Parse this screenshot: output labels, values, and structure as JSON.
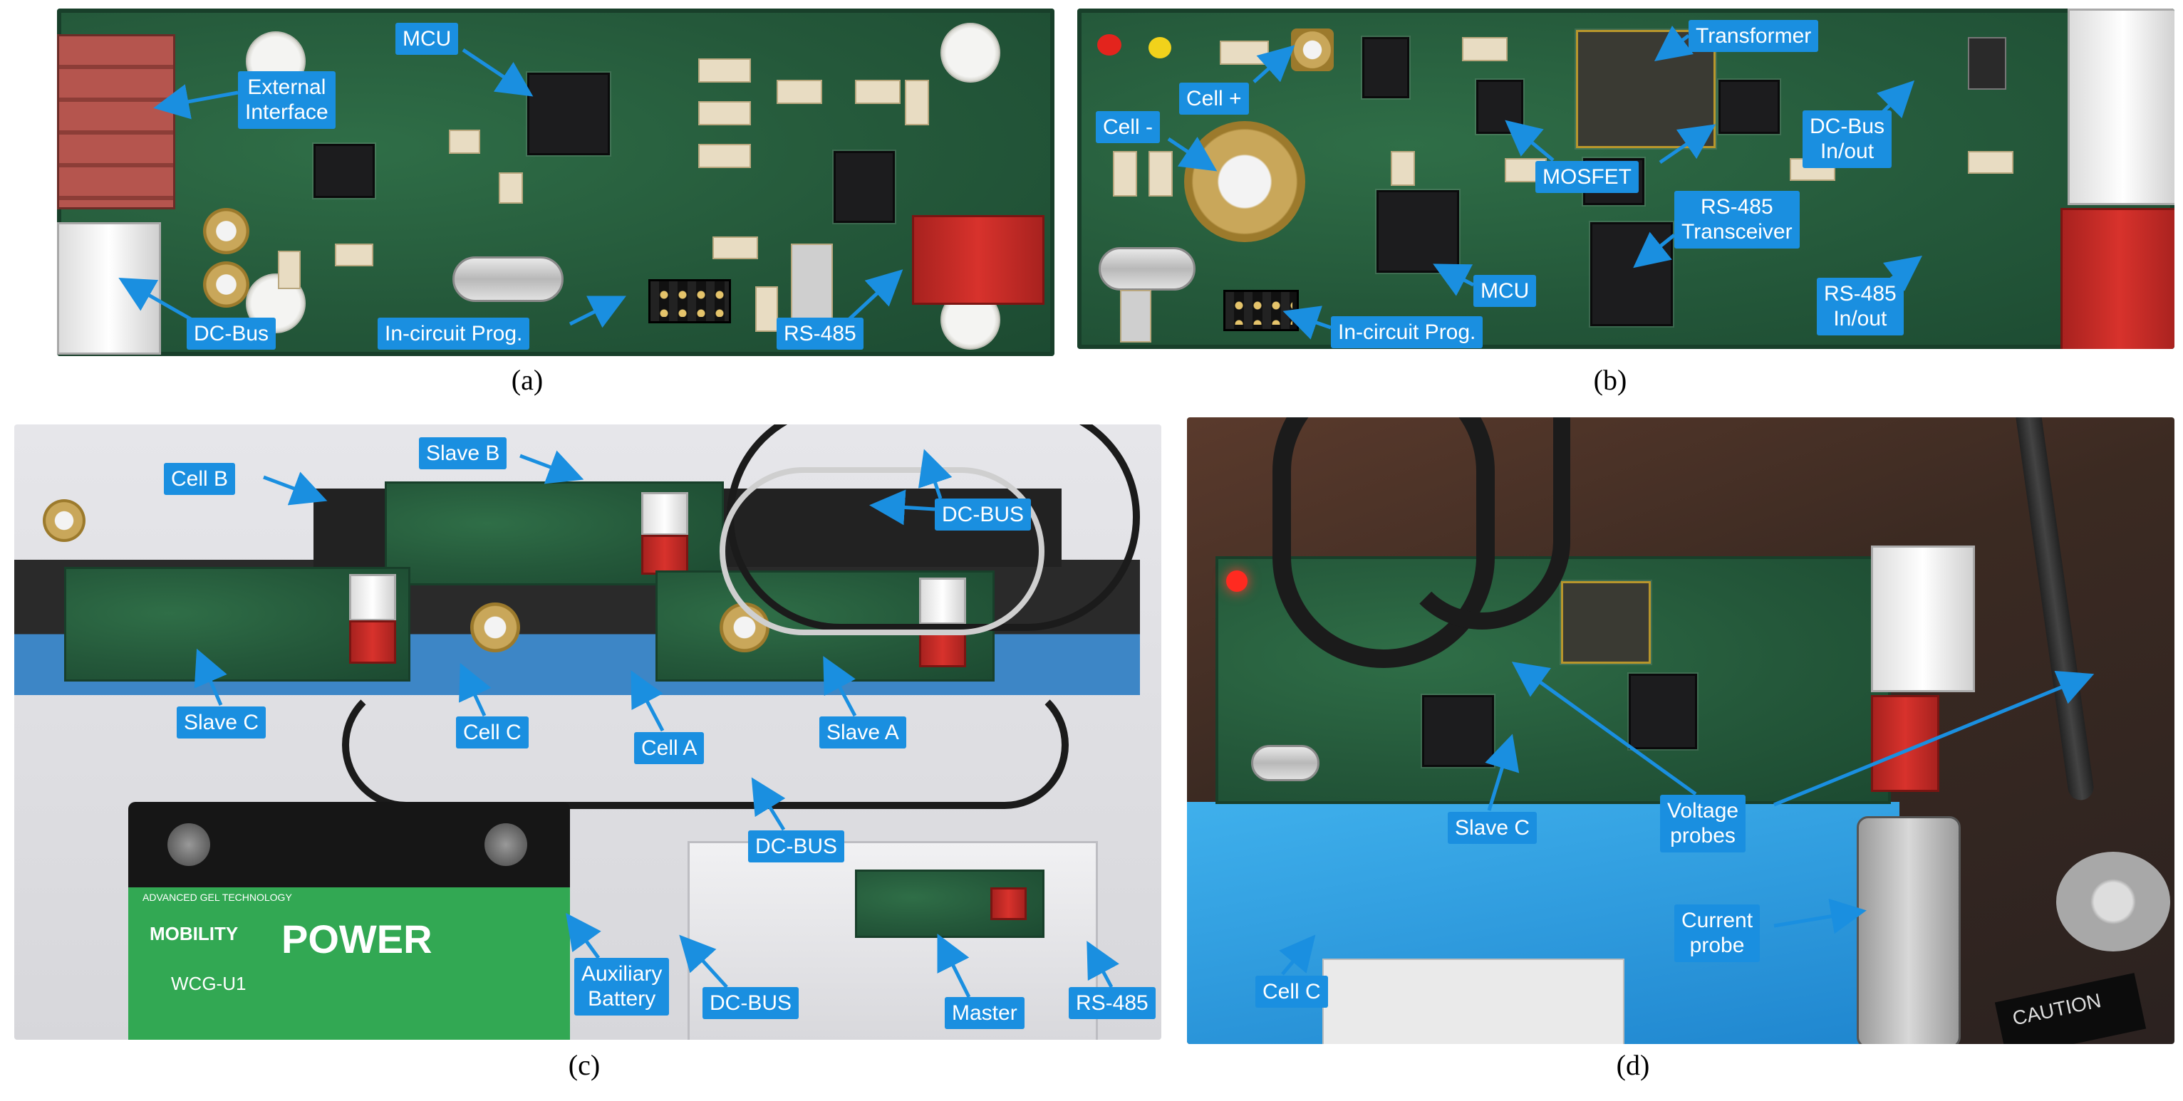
{
  "captions": {
    "a": "(a)",
    "b": "(b)",
    "c": "(c)",
    "d": "(d)"
  },
  "panel_a": {
    "labels": {
      "mcu": "MCU",
      "external_interface": "External\nInterface",
      "dc_bus": "DC-Bus",
      "in_circuit_prog": "In-circuit Prog.",
      "rs485": "RS-485"
    }
  },
  "panel_b": {
    "labels": {
      "transformer": "Transformer",
      "cell_plus": "Cell +",
      "cell_minus": "Cell -",
      "mosfet": "MOSFET",
      "dc_bus_inout": "DC-Bus\nIn/out",
      "rs485_transceiver": "RS-485\nTransceiver",
      "mcu": "MCU",
      "in_circuit_prog": "In-circuit Prog.",
      "rs485_inout": "RS-485\nIn/out"
    }
  },
  "panel_c": {
    "labels": {
      "cell_b": "Cell B",
      "slave_b": "Slave B",
      "dc_bus_top": "DC-BUS",
      "slave_c": "Slave C",
      "cell_c": "Cell C",
      "cell_a": "Cell A",
      "slave_a": "Slave A",
      "dc_bus_mid": "DC-BUS",
      "auxiliary_battery": "Auxiliary\nBattery",
      "dc_bus_bottom": "DC-BUS",
      "master": "Master",
      "rs485": "RS-485"
    },
    "battery_text": {
      "brand": "POWER",
      "mobility": "MOBILITY",
      "model": "WCG-U1",
      "gel": "ADVANCED GEL TECHNOLOGY"
    }
  },
  "panel_d": {
    "labels": {
      "slave_c": "Slave C",
      "voltage_probes": "Voltage\nprobes",
      "current_probe": "Current\nprobe",
      "cell_c": "Cell C"
    },
    "caution_text": "CAUTION"
  },
  "colors": {
    "label_bg": "#1a8fe0",
    "pcb_green": "#24583a"
  }
}
